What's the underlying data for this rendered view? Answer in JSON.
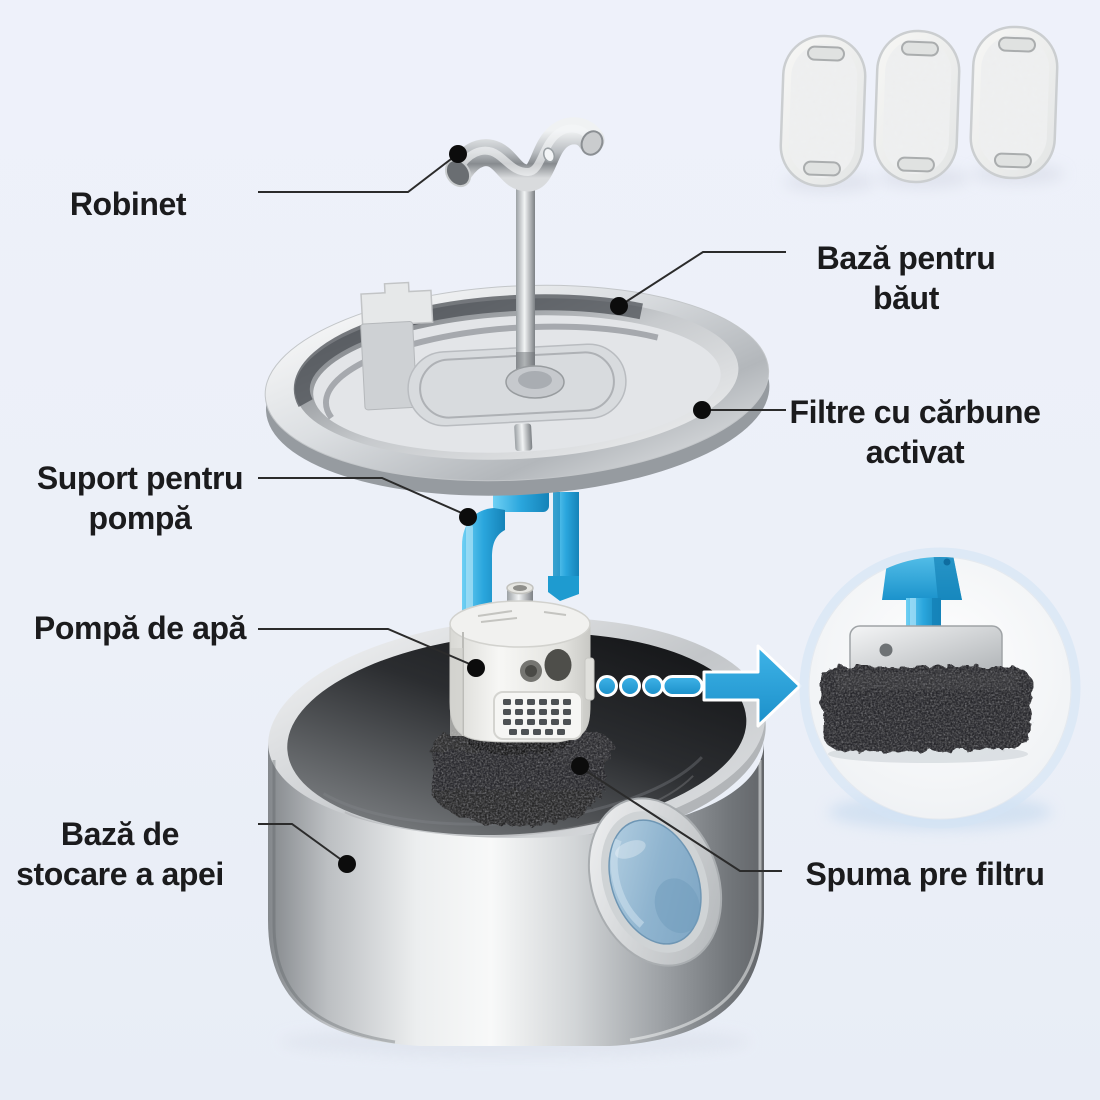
{
  "diagram": {
    "description": "exploded-view of cat water fountain with callout labels",
    "labels": {
      "robinet": {
        "text": "Robinet"
      },
      "baza_baut": {
        "line1": "Bază pentru",
        "line2": "băut"
      },
      "filtre": {
        "line1": "Filtre cu cărbune",
        "line2": "activat"
      },
      "suport": {
        "line1": "Suport pentru",
        "line2": "pompă"
      },
      "pompa": {
        "text": "Pompă de apă"
      },
      "baza_stocare": {
        "line1": "Bază de",
        "line2": "stocare a apei"
      },
      "spuma": {
        "text": "Spuma pre filtru"
      }
    },
    "parts": [
      "faucet-spout",
      "drinking-tray",
      "carbon-filter-cartridges",
      "pump-holder",
      "water-pump",
      "pre-filter-foam",
      "water-storage-tank",
      "viewing-window",
      "flow-arrow",
      "magnifier-inset"
    ],
    "filter_cartridge_count": 3,
    "colors": {
      "background": "#edf1f9",
      "label_text": "#1b1b1d",
      "leader_line": "#2b2b2b",
      "callout_dot": "#0c0c0c",
      "accent_blue": "#2aa6dd",
      "accent_blue_dark": "#1583b8",
      "foam_black": "#28282a",
      "steel_light": "#f2f3f4",
      "steel_dark": "#6f7276",
      "window_glass_blue": "#8fb4cf"
    }
  }
}
